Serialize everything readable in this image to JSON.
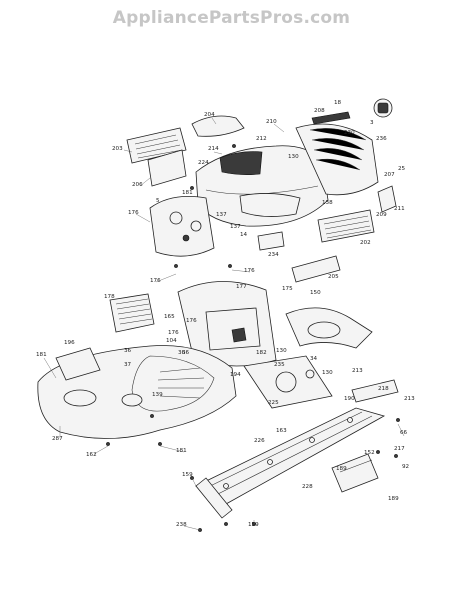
{
  "header": {
    "watermark": "AppliancePartsPros.com"
  },
  "diagram": {
    "labels": [
      {
        "text": "204"
      },
      {
        "text": "210"
      },
      {
        "text": "208"
      },
      {
        "text": "18"
      },
      {
        "text": "3"
      },
      {
        "text": "203"
      },
      {
        "text": "214"
      },
      {
        "text": "212"
      },
      {
        "text": "230"
      },
      {
        "text": "236"
      },
      {
        "text": "130"
      },
      {
        "text": "224"
      },
      {
        "text": "207"
      },
      {
        "text": "25"
      },
      {
        "text": "206"
      },
      {
        "text": "181"
      },
      {
        "text": "5"
      },
      {
        "text": "137"
      },
      {
        "text": "138"
      },
      {
        "text": "209"
      },
      {
        "text": "211"
      },
      {
        "text": "176"
      },
      {
        "text": "137"
      },
      {
        "text": "14"
      },
      {
        "text": "202"
      },
      {
        "text": "234"
      },
      {
        "text": "176"
      },
      {
        "text": "176"
      },
      {
        "text": "177"
      },
      {
        "text": "205"
      },
      {
        "text": "175"
      },
      {
        "text": "178"
      },
      {
        "text": "150"
      },
      {
        "text": "165"
      },
      {
        "text": "176"
      },
      {
        "text": "176"
      },
      {
        "text": "104"
      },
      {
        "text": "36"
      },
      {
        "text": "182"
      },
      {
        "text": "130"
      },
      {
        "text": "181"
      },
      {
        "text": "196"
      },
      {
        "text": "36"
      },
      {
        "text": "36"
      },
      {
        "text": "37"
      },
      {
        "text": "235"
      },
      {
        "text": "34"
      },
      {
        "text": "194"
      },
      {
        "text": "213"
      },
      {
        "text": "130"
      },
      {
        "text": "218"
      },
      {
        "text": "139"
      },
      {
        "text": "225"
      },
      {
        "text": "213"
      },
      {
        "text": "190"
      },
      {
        "text": "287"
      },
      {
        "text": "163"
      },
      {
        "text": "66"
      },
      {
        "text": "162"
      },
      {
        "text": "181"
      },
      {
        "text": "226"
      },
      {
        "text": "217"
      },
      {
        "text": "152"
      },
      {
        "text": "159"
      },
      {
        "text": "189"
      },
      {
        "text": "92"
      },
      {
        "text": "228"
      },
      {
        "text": "189"
      },
      {
        "text": "238"
      },
      {
        "text": "159"
      }
    ]
  }
}
